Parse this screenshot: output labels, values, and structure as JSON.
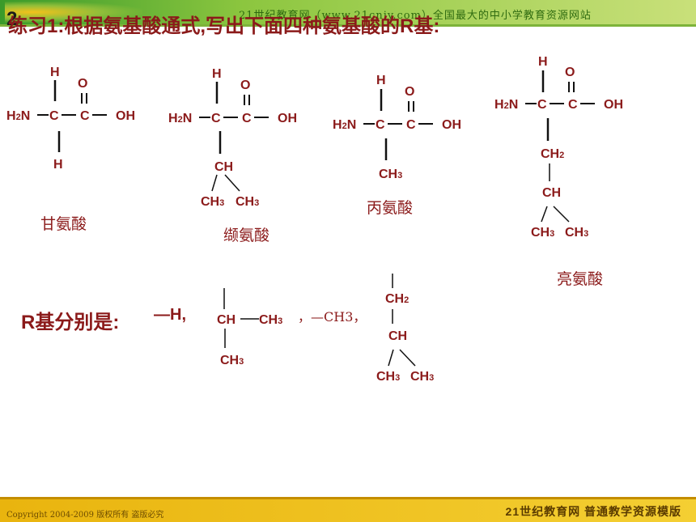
{
  "header": {
    "watermark": "21世纪教育网（www.21cnjy.com）全国最大的中小学教育资源网站",
    "slide_number": "2",
    "title": "练习1:根据氨基酸通式,写出下面四种氨基酸的R基:"
  },
  "molecules": [
    {
      "name": "甘氨酸",
      "r_group": "H"
    },
    {
      "name": "缬氨酸",
      "r_group": "CH(CH3)2"
    },
    {
      "name": "丙氨酸",
      "r_group": "CH3"
    },
    {
      "name": "亮氨酸",
      "r_group": "CH2-CH(CH3)2"
    }
  ],
  "atoms": {
    "h": "H",
    "o": "O",
    "h2n": "H2N",
    "c": "C",
    "oh": "OH",
    "ch": "CH",
    "ch2": "CH2",
    "ch3": "CH3"
  },
  "answer": {
    "label": "R基分别是: ",
    "r1": "—H,",
    "r3": "，—CH3，"
  },
  "footer": {
    "copyright": "Copyright 2004-2009 版权所有 盗版必究",
    "brand": "21世纪教育网    普通教学资源模版"
  },
  "colors": {
    "text": "#8b1a1a",
    "topbar": "#8cc63f",
    "footer": "#f4cf33"
  }
}
